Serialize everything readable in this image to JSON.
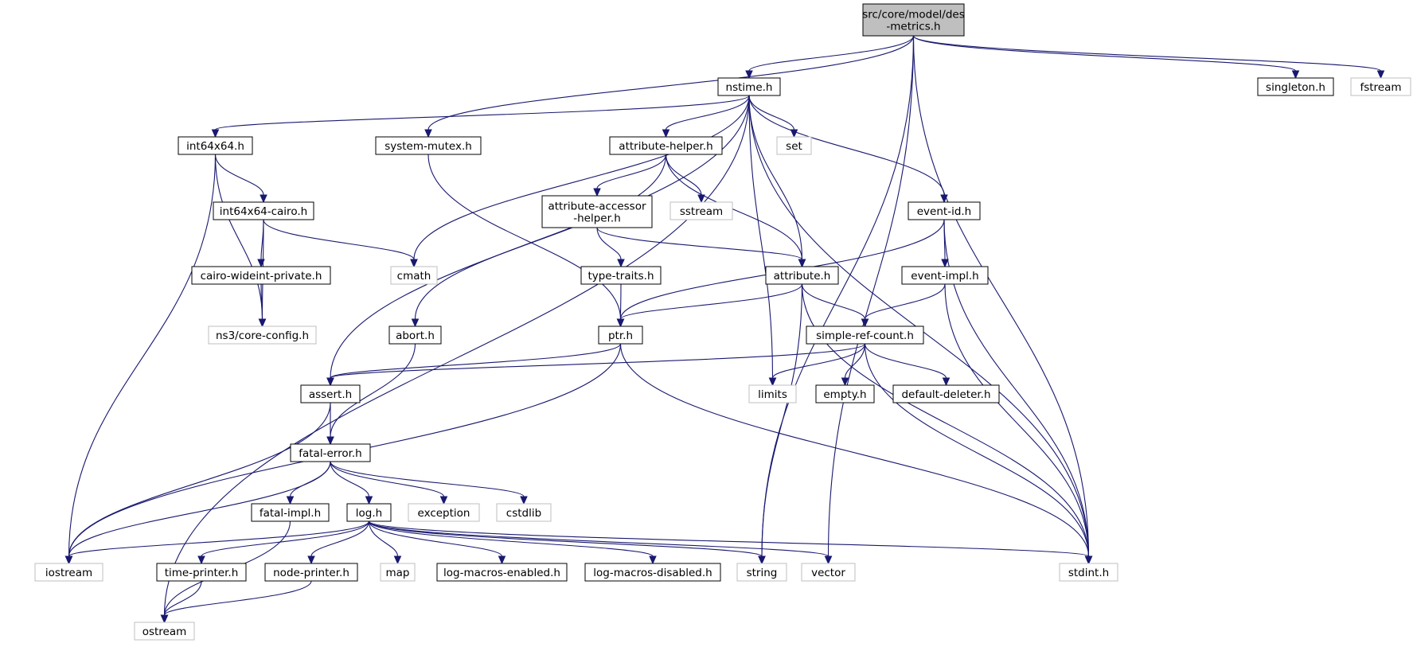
{
  "diagram": {
    "type": "include-dependency-graph",
    "nodes": [
      {
        "id": "root",
        "lines": [
          "src/core/model/des",
          "-metrics.h"
        ],
        "kind": "root"
      },
      {
        "id": "nstime",
        "lines": [
          "nstime.h"
        ],
        "kind": "documented"
      },
      {
        "id": "singleton",
        "lines": [
          "singleton.h"
        ],
        "kind": "documented"
      },
      {
        "id": "fstream",
        "lines": [
          "fstream"
        ],
        "kind": "external"
      },
      {
        "id": "int64x64",
        "lines": [
          "int64x64.h"
        ],
        "kind": "documented"
      },
      {
        "id": "systemmutex",
        "lines": [
          "system-mutex.h"
        ],
        "kind": "documented"
      },
      {
        "id": "attrhelper",
        "lines": [
          "attribute-helper.h"
        ],
        "kind": "documented"
      },
      {
        "id": "set",
        "lines": [
          "set"
        ],
        "kind": "external"
      },
      {
        "id": "eventid",
        "lines": [
          "event-id.h"
        ],
        "kind": "documented"
      },
      {
        "id": "int64cairo",
        "lines": [
          "int64x64-cairo.h"
        ],
        "kind": "documented"
      },
      {
        "id": "attraccessor",
        "lines": [
          "attribute-accessor",
          "-helper.h"
        ],
        "kind": "documented"
      },
      {
        "id": "sstream",
        "lines": [
          "sstream"
        ],
        "kind": "external"
      },
      {
        "id": "cairowide",
        "lines": [
          "cairo-wideint-private.h"
        ],
        "kind": "documented"
      },
      {
        "id": "cmath",
        "lines": [
          "cmath"
        ],
        "kind": "external"
      },
      {
        "id": "typetraits",
        "lines": [
          "type-traits.h"
        ],
        "kind": "documented"
      },
      {
        "id": "attribute",
        "lines": [
          "attribute.h"
        ],
        "kind": "documented"
      },
      {
        "id": "eventimpl",
        "lines": [
          "event-impl.h"
        ],
        "kind": "documented"
      },
      {
        "id": "coreconfig",
        "lines": [
          "ns3/core-config.h"
        ],
        "kind": "external"
      },
      {
        "id": "abort",
        "lines": [
          "abort.h"
        ],
        "kind": "documented"
      },
      {
        "id": "ptr",
        "lines": [
          "ptr.h"
        ],
        "kind": "documented"
      },
      {
        "id": "simpleref",
        "lines": [
          "simple-ref-count.h"
        ],
        "kind": "documented"
      },
      {
        "id": "assert",
        "lines": [
          "assert.h"
        ],
        "kind": "documented"
      },
      {
        "id": "limits",
        "lines": [
          "limits"
        ],
        "kind": "external"
      },
      {
        "id": "empty",
        "lines": [
          "empty.h"
        ],
        "kind": "documented"
      },
      {
        "id": "defaultdeleter",
        "lines": [
          "default-deleter.h"
        ],
        "kind": "documented"
      },
      {
        "id": "fatalerror",
        "lines": [
          "fatal-error.h"
        ],
        "kind": "documented"
      },
      {
        "id": "fatalimpl",
        "lines": [
          "fatal-impl.h"
        ],
        "kind": "documented"
      },
      {
        "id": "log",
        "lines": [
          "log.h"
        ],
        "kind": "documented"
      },
      {
        "id": "exception",
        "lines": [
          "exception"
        ],
        "kind": "external"
      },
      {
        "id": "cstdlib",
        "lines": [
          "cstdlib"
        ],
        "kind": "external"
      },
      {
        "id": "iostream",
        "lines": [
          "iostream"
        ],
        "kind": "external"
      },
      {
        "id": "timeprinter",
        "lines": [
          "time-printer.h"
        ],
        "kind": "documented"
      },
      {
        "id": "nodeprinter",
        "lines": [
          "node-printer.h"
        ],
        "kind": "documented"
      },
      {
        "id": "map",
        "lines": [
          "map"
        ],
        "kind": "external"
      },
      {
        "id": "logenabled",
        "lines": [
          "log-macros-enabled.h"
        ],
        "kind": "documented"
      },
      {
        "id": "logdisabled",
        "lines": [
          "log-macros-disabled.h"
        ],
        "kind": "documented"
      },
      {
        "id": "string",
        "lines": [
          "string"
        ],
        "kind": "external"
      },
      {
        "id": "vector",
        "lines": [
          "vector"
        ],
        "kind": "external"
      },
      {
        "id": "stdint",
        "lines": [
          "stdint.h"
        ],
        "kind": "external"
      },
      {
        "id": "ostream",
        "lines": [
          "ostream"
        ],
        "kind": "external"
      }
    ],
    "edges": [
      [
        "root",
        "nstime"
      ],
      [
        "root",
        "singleton"
      ],
      [
        "root",
        "fstream"
      ],
      [
        "root",
        "systemmutex"
      ],
      [
        "root",
        "string"
      ],
      [
        "root",
        "vector"
      ],
      [
        "root",
        "stdint"
      ],
      [
        "nstime",
        "int64x64"
      ],
      [
        "nstime",
        "attrhelper"
      ],
      [
        "nstime",
        "set"
      ],
      [
        "nstime",
        "eventid"
      ],
      [
        "nstime",
        "attribute"
      ],
      [
        "nstime",
        "limits"
      ],
      [
        "nstime",
        "cmath"
      ],
      [
        "nstime",
        "assert"
      ],
      [
        "nstime",
        "ostream"
      ],
      [
        "nstime",
        "stdint"
      ],
      [
        "int64x64",
        "int64cairo"
      ],
      [
        "int64x64",
        "coreconfig"
      ],
      [
        "int64x64",
        "iostream"
      ],
      [
        "int64cairo",
        "cairowide"
      ],
      [
        "int64cairo",
        "cmath"
      ],
      [
        "int64cairo",
        "coreconfig"
      ],
      [
        "cairowide",
        "coreconfig"
      ],
      [
        "systemmutex",
        "ptr"
      ],
      [
        "attrhelper",
        "attraccessor"
      ],
      [
        "attrhelper",
        "sstream"
      ],
      [
        "attrhelper",
        "attribute"
      ],
      [
        "attrhelper",
        "abort"
      ],
      [
        "attraccessor",
        "typetraits"
      ],
      [
        "attraccessor",
        "attribute"
      ],
      [
        "typetraits",
        "ptr"
      ],
      [
        "attribute",
        "ptr"
      ],
      [
        "attribute",
        "simpleref"
      ],
      [
        "attribute",
        "string"
      ],
      [
        "attribute",
        "stdint"
      ],
      [
        "eventid",
        "eventimpl"
      ],
      [
        "eventid",
        "ptr"
      ],
      [
        "eventid",
        "stdint"
      ],
      [
        "eventimpl",
        "simpleref"
      ],
      [
        "eventimpl",
        "stdint"
      ],
      [
        "simpleref",
        "limits"
      ],
      [
        "simpleref",
        "empty"
      ],
      [
        "simpleref",
        "defaultdeleter"
      ],
      [
        "simpleref",
        "assert"
      ],
      [
        "simpleref",
        "stdint"
      ],
      [
        "abort",
        "fatalerror"
      ],
      [
        "ptr",
        "assert"
      ],
      [
        "ptr",
        "iostream"
      ],
      [
        "ptr",
        "stdint"
      ],
      [
        "assert",
        "fatalerror"
      ],
      [
        "assert",
        "iostream"
      ],
      [
        "fatalerror",
        "fatalimpl"
      ],
      [
        "fatalerror",
        "log"
      ],
      [
        "fatalerror",
        "exception"
      ],
      [
        "fatalerror",
        "cstdlib"
      ],
      [
        "fatalerror",
        "iostream"
      ],
      [
        "fatalimpl",
        "ostream"
      ],
      [
        "log",
        "iostream"
      ],
      [
        "log",
        "timeprinter"
      ],
      [
        "log",
        "nodeprinter"
      ],
      [
        "log",
        "map"
      ],
      [
        "log",
        "logenabled"
      ],
      [
        "log",
        "logdisabled"
      ],
      [
        "log",
        "string"
      ],
      [
        "log",
        "vector"
      ],
      [
        "log",
        "stdint"
      ],
      [
        "timeprinter",
        "ostream"
      ],
      [
        "nodeprinter",
        "ostream"
      ]
    ],
    "colors": {
      "edge": "#191970",
      "root_fill": "#bfbfbf",
      "documented_border": "#000000",
      "external_border": "#bfbfbf"
    }
  }
}
